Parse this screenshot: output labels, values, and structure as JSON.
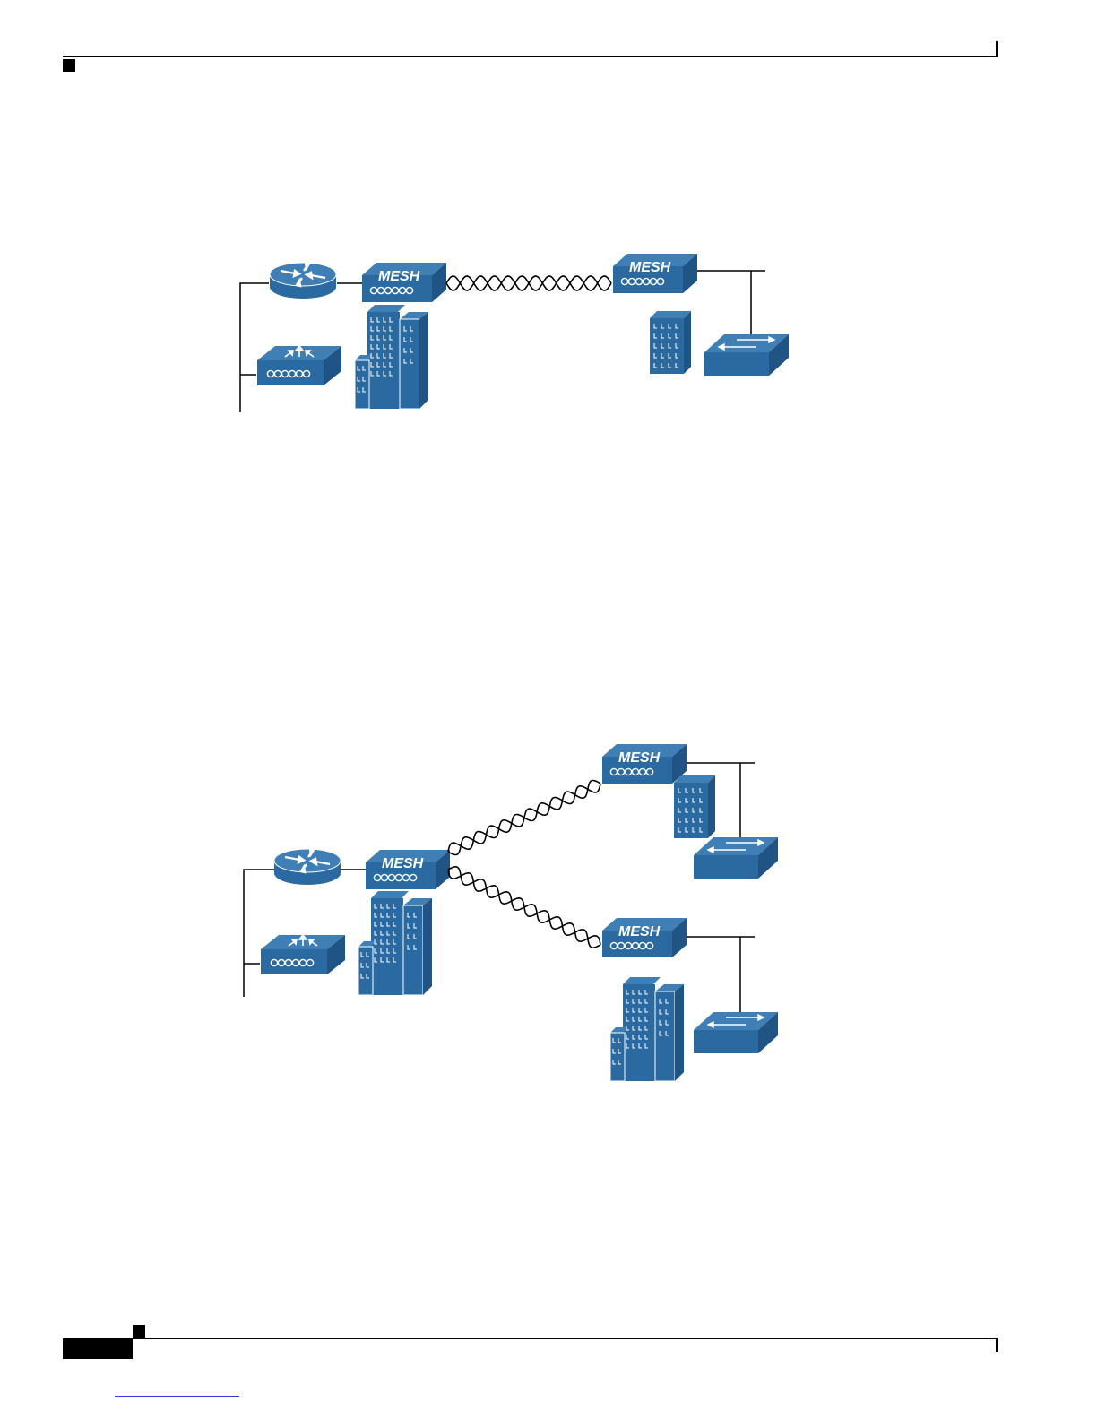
{
  "colors": {
    "device_front": "#2b6aa0",
    "device_top": "#3f7fb6",
    "device_side": "#1f5485",
    "link": "#000000",
    "rule": "#000000"
  },
  "diagram_1": {
    "nodes": [
      {
        "id": "router",
        "icon": "router-icon"
      },
      {
        "id": "server-module",
        "icon": "server-module-icon"
      },
      {
        "id": "mesh-root",
        "icon": "mesh-ap-icon",
        "label": "MESH"
      },
      {
        "id": "building-root",
        "icon": "building-icon"
      },
      {
        "id": "mesh-remote",
        "icon": "mesh-ap-icon",
        "label": "MESH"
      },
      {
        "id": "building-remote",
        "icon": "building-icon"
      },
      {
        "id": "switch-remote",
        "icon": "switch-icon"
      }
    ],
    "links": [
      {
        "from": "mesh-root",
        "to": "mesh-remote",
        "type": "wireless"
      }
    ]
  },
  "diagram_2": {
    "nodes": [
      {
        "id": "router",
        "icon": "router-icon"
      },
      {
        "id": "server-module",
        "icon": "server-module-icon"
      },
      {
        "id": "mesh-root",
        "icon": "mesh-ap-icon",
        "label": "MESH"
      },
      {
        "id": "building-root",
        "icon": "building-icon"
      },
      {
        "id": "mesh-remote-1",
        "icon": "mesh-ap-icon",
        "label": "MESH"
      },
      {
        "id": "building-remote-1",
        "icon": "building-icon"
      },
      {
        "id": "switch-remote-1",
        "icon": "switch-icon"
      },
      {
        "id": "mesh-remote-2",
        "icon": "mesh-ap-icon",
        "label": "MESH"
      },
      {
        "id": "building-remote-2",
        "icon": "building-icon"
      },
      {
        "id": "switch-remote-2",
        "icon": "switch-icon"
      }
    ],
    "links": [
      {
        "from": "mesh-root",
        "to": "mesh-remote-1",
        "type": "wireless"
      },
      {
        "from": "mesh-root",
        "to": "mesh-remote-2",
        "type": "wireless"
      }
    ]
  }
}
